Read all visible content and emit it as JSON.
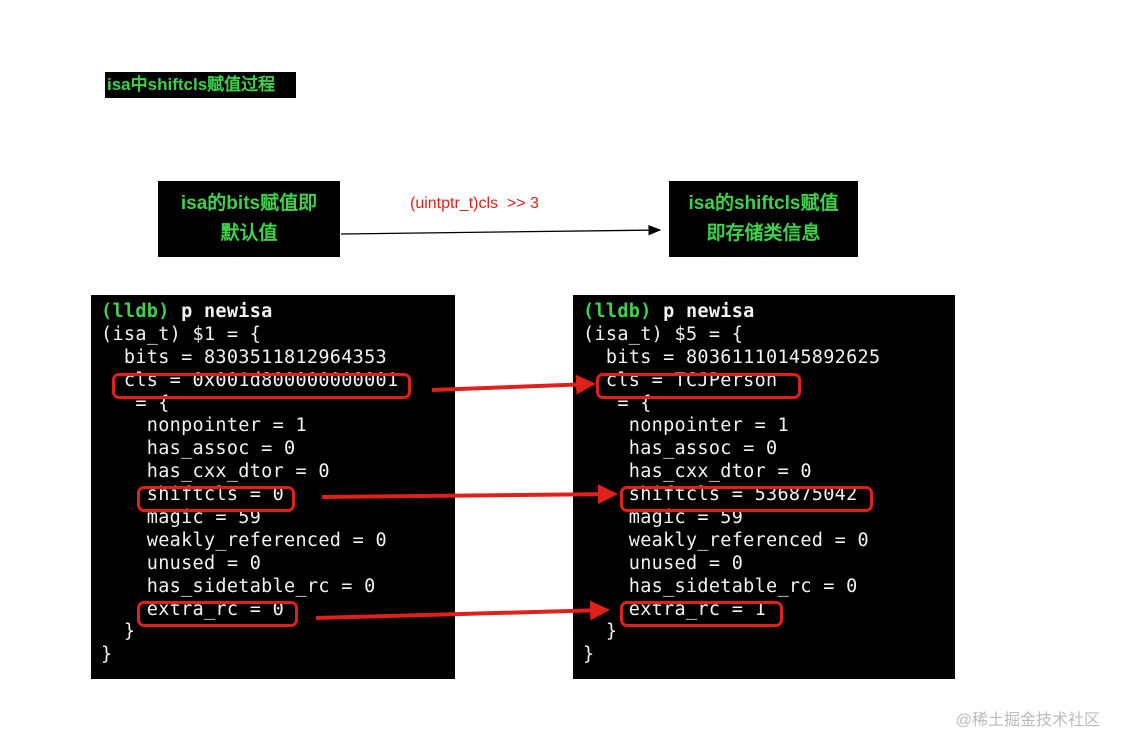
{
  "title": "isa中shiftcls赋值过程",
  "nodes": {
    "left": "isa的bits赋值即\n默认值",
    "right": "isa的shiftcls赋值\n即存储类信息"
  },
  "edge_label": "(uintptr_t)cls  >> 3",
  "left_term": {
    "prompt": "(lldb)",
    "cmd": " p newisa",
    "lines": [
      "(isa_t) $1 = {",
      "  bits = 8303511812964353",
      "  cls = 0x001d800000000001",
      "   = {",
      "    nonpointer = 1",
      "    has_assoc = 0",
      "    has_cxx_dtor = 0",
      "    shiftcls = 0",
      "    magic = 59",
      "    weakly_referenced = 0",
      "    unused = 0",
      "    has_sidetable_rc = 0",
      "    extra_rc = 0",
      "  }",
      "}"
    ]
  },
  "right_term": {
    "prompt": "(lldb)",
    "cmd": " p newisa",
    "lines": [
      "(isa_t) $5 = {",
      "  bits = 8036111014589262​5",
      "  cls = TCJPerson",
      "   = {",
      "    nonpointer = 1",
      "    has_assoc = 0",
      "    has_cxx_dtor = 0",
      "    shiftcls = 536875042",
      "    magic = 59",
      "    weakly_referenced = 0",
      "    unused = 0",
      "    has_sidetable_rc = 0",
      "    extra_rc = 1",
      "  }",
      "}"
    ]
  },
  "watermark": "@稀土掘金技术社区",
  "colors": {
    "green": "#3fd14a",
    "red": "#e0201b"
  }
}
